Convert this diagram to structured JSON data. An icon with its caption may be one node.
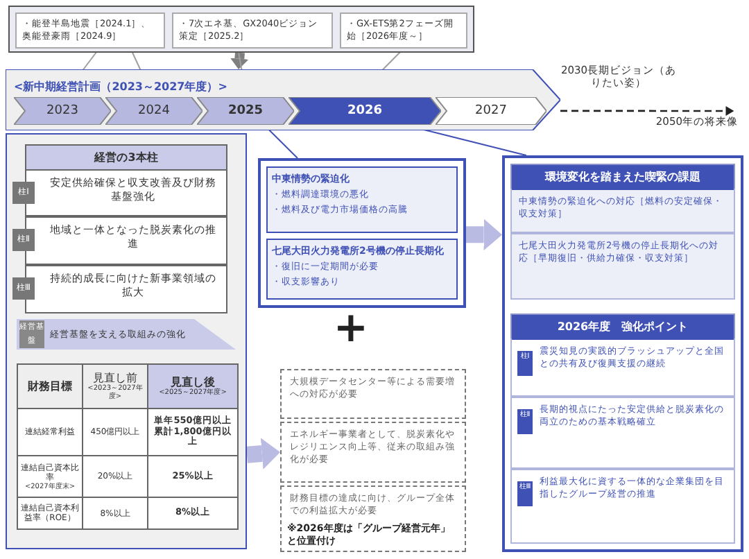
{
  "diagram": {
    "nodes": [
      {
        "text": [],
        "shape": "box"
      },
      {
        "text": [
          "・能登半島地震［2024.1］、奥能登豪雨［2024.9］"
        ],
        "in": 0
      },
      {
        "text": [
          "・7次エネ基、GX2040ビジョン策定［2025.2］"
        ],
        "in": 0
      },
      {
        "text": [
          "・GX-ETS第2フェーズ開始［2026年度～］"
        ],
        "in": 0
      },
      {
        "text": [
          "<新中期経営計画（2023～2027年度）>"
        ]
      },
      {
        "text": [
          "2023"
        ],
        "in": 4
      },
      {
        "text": [
          "2024"
        ],
        "in": 4
      },
      {
        "text": [
          "2025"
        ],
        "in": 4
      },
      {
        "text": [
          "2026"
        ],
        "in": 4
      },
      {
        "text": [
          "2027"
        ],
        "in": 4
      },
      {
        "text": [],
        "shape": "box"
      },
      {
        "text": [
          "経営の3本柱"
        ],
        "in": 10
      },
      {
        "text": [
          "柱Ⅰ",
          "安定供給確保と収支改善及び財務基盤強化"
        ],
        "in": 11
      },
      {
        "text": [
          "柱Ⅱ",
          "地域と一体となった脱炭素化の推進"
        ],
        "in": 11
      },
      {
        "text": [
          "柱Ⅲ",
          "持続的成長に向けた新事業領域の拡大"
        ],
        "in": 11
      },
      {
        "text": [
          "経営基盤",
          "経営基盤を支える取組みの強化"
        ],
        "in": 10
      },
      {
        "text": [],
        "shape": "box"
      },
      {
        "text": [
          "中東情勢の緊迫化",
          "・燃料調達環境の悪化",
          "・燃料及び電力市場価格の高騰"
        ],
        "in": 16
      },
      {
        "text": [
          "七尾大田火力発電所2号機の停止長期化",
          "・復旧に一定期間が必要",
          "・収支影響あり"
        ],
        "in": 16
      },
      {
        "text": [
          "大規模データセンター等による需要増への対応が必要"
        ]
      },
      {
        "text": [
          "エネルギー事業者として、脱炭素化やレジリエンス向上等、従来の取組み強化が必要"
        ]
      },
      {
        "text": [
          "財務目標の達成に向け、グループ全体での利益拡大が必要",
          "※2026年度は「グループ経営元年」と位置付け"
        ]
      },
      {
        "text": [],
        "shape": "box"
      },
      {
        "text": [
          "環境変化を踏まえた喫緊の課題"
        ],
        "in": 22
      },
      {
        "text": [
          "中東情勢の緊迫化への対応［燃料の安定確保・収支対策］"
        ],
        "in": 23
      },
      {
        "text": [
          "七尾大田火力発電所2号機の停止長期化への対応［早期復旧・供給力確保・収支対策］"
        ],
        "in": 23
      },
      {
        "text": [
          "2026年度　強化ポイント"
        ],
        "in": 22
      },
      {
        "text": [
          "柱Ⅰ",
          "震災知見の実践的ブラッシュアップと全国との共有及び復興支援の継続"
        ],
        "in": 26
      },
      {
        "text": [
          "柱Ⅱ",
          "長期的視点にたった安定供給と脱炭素化の両立のための基本戦略確立"
        ],
        "in": 26
      },
      {
        "text": [
          "柱Ⅲ",
          "利益最大化に資する一体的な企業集団を目指したグループ経営の推進"
        ],
        "in": 26
      },
      {
        "text": [
          "2050年の将来像"
        ]
      }
    ],
    "edges": [
      {
        "from": 0,
        "to": 4,
        "arrow": "to",
        "style": "thick",
        "color": "#7f7f7f"
      },
      {
        "from": 1,
        "to": 5,
        "arrow": "none"
      },
      {
        "from": 1,
        "to": 6,
        "arrow": "none"
      },
      {
        "from": 2,
        "to": 7,
        "arrow": "none"
      },
      {
        "from": 3,
        "to": 8,
        "arrow": "none"
      },
      {
        "from": 4,
        "to": 30,
        "arrow": "to",
        "style": "dashed",
        "color": "#222222"
      },
      {
        "from": 7,
        "to": 16,
        "arrow": "none",
        "color": "#3f51b5"
      },
      {
        "from": 8,
        "to": 22,
        "arrow": "none",
        "color": "#3f51b5"
      },
      {
        "from": 10,
        "to": 20,
        "arrow": "to",
        "style": "thick",
        "color": "#b9bbe3"
      },
      {
        "from": 16,
        "to": 22,
        "arrow": "to",
        "style": "thick",
        "color": "#b9bbe3"
      }
    ],
    "labels": [
      "2030長期ビジョン（ありたい姿）",
      "+",
      "財務目標",
      "見直し前",
      "<2023～2027年度>",
      "見直し後",
      "<2025～2027年度>",
      "連結経常利益",
      "450億円以上",
      "単年550億円以上累計1,800億円以上",
      "連結自己資本比率",
      "<2027年度末>",
      "20%以上",
      "25%以上",
      "連結自己資本利益率（ROE）",
      "8%以上",
      "8%以上"
    ]
  }
}
